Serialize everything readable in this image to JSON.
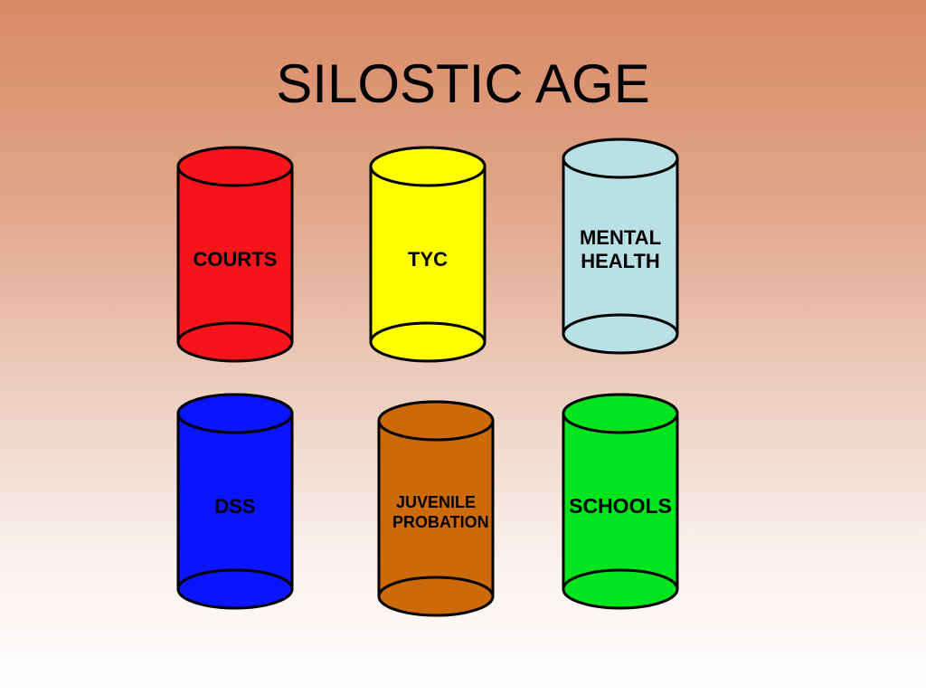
{
  "slide": {
    "title": "SILOSTIC AGE"
  },
  "silos": [
    {
      "label": "COURTS",
      "color": "#f5141a"
    },
    {
      "label": "TYC",
      "color": "#ffff00"
    },
    {
      "label": "MENTAL HEALTH",
      "color": "#b9e0e4"
    },
    {
      "label": "DSS",
      "color": "#0a14ff"
    },
    {
      "label": "JUVENILE PROBATION",
      "color": "#cc6a0a"
    },
    {
      "label": "SCHOOLS",
      "color": "#00e51e"
    }
  ]
}
